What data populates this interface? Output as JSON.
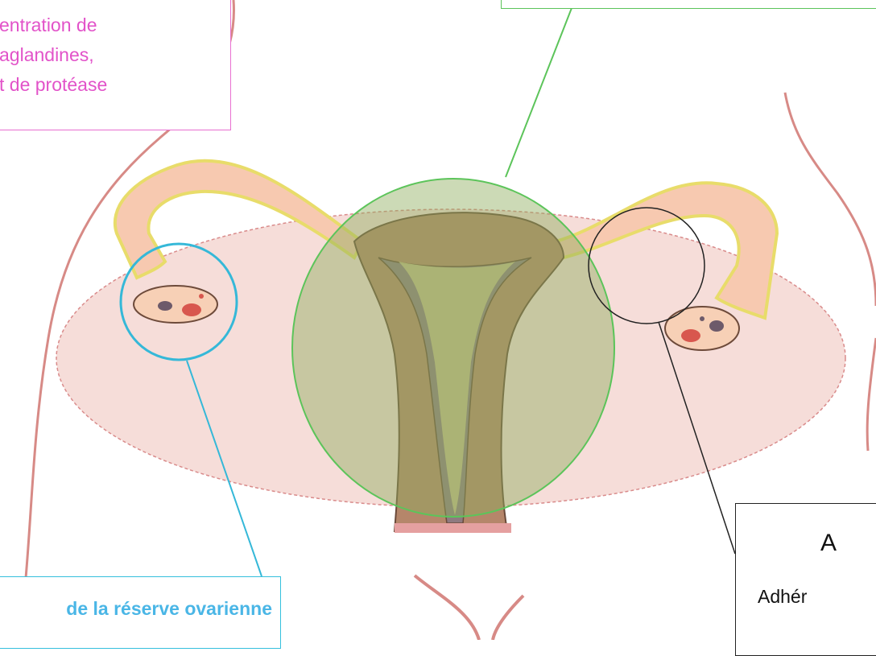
{
  "callouts": {
    "pink": {
      "lines": [
        "entration de",
        "aglandines,",
        "t de protéase"
      ],
      "color": "#e253c9"
    },
    "green": {
      "text": "",
      "color": "#5cc45a"
    },
    "blue": {
      "text": "de la réserve ovarienne",
      "color": "#4ab6e6"
    },
    "black": {
      "heading": "A",
      "text": "Adhér",
      "color": "#111111"
    }
  },
  "colors": {
    "pelvis_fill": "#f6ddd9",
    "pelvis_border": "#d98b8b",
    "uterus_zone": "#8fae5d",
    "muscle": "#b5866a",
    "cavity": "#8e7a80",
    "tube": "#f7c9b0",
    "tube_edge": "#e8dc6a"
  },
  "icons": {
    "left_ovary": "left-ovary",
    "right_ovary": "right-ovary",
    "uterus": "uterus"
  }
}
